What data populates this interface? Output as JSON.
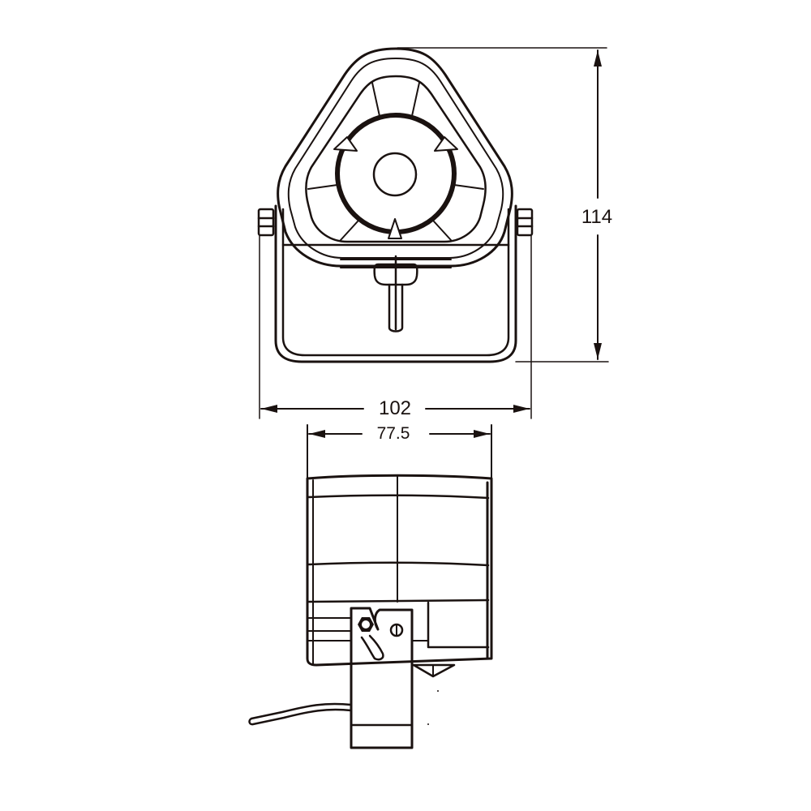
{
  "drawing": {
    "title": "Siren technical drawing (front and side views)",
    "line_color": "#1a1210",
    "background": "#ffffff"
  },
  "views": {
    "front": {
      "name": "Front view",
      "features": [
        "triangular horn housing",
        "circular driver with three arrow markers",
        "U-shaped mounting bracket",
        "bolt knobs",
        "cable gland"
      ]
    },
    "side": {
      "name": "Side view",
      "features": [
        "horn body with panel segments",
        "pivot bracket plate",
        "wing nut",
        "screw",
        "cable lead"
      ]
    }
  },
  "dimensions": {
    "height": {
      "value": "114",
      "orientation": "vertical"
    },
    "overall_width": {
      "value": "102",
      "orientation": "horizontal"
    },
    "body_width": {
      "value": "77.5",
      "orientation": "horizontal"
    }
  }
}
